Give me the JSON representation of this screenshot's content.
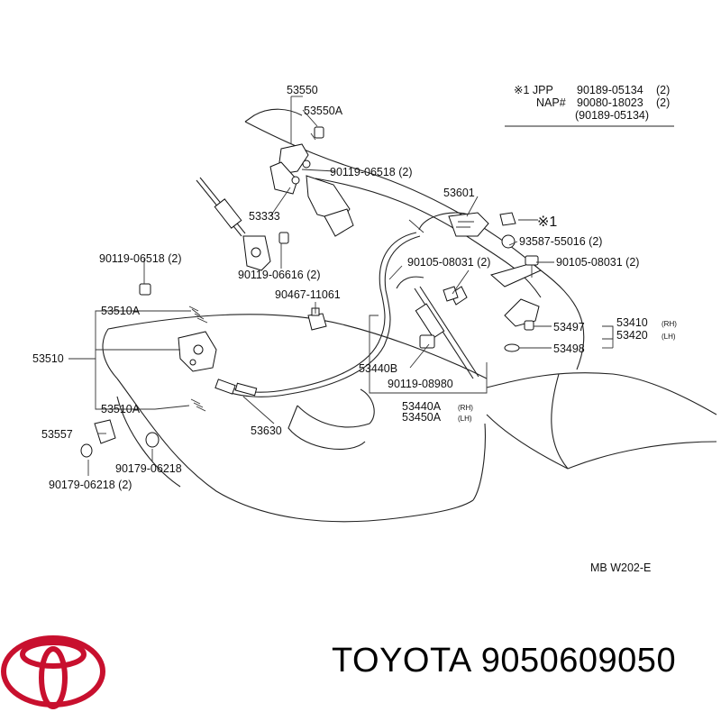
{
  "notes": {
    "jpp_label": "※1 JPP",
    "jpp_part": "90189-05134",
    "jpp_qty": "(2)",
    "nap_label": "NAP#",
    "nap_part": "90080-18023",
    "nap_qty": "(2)",
    "nap_alt": "(90189-05134)"
  },
  "labels": {
    "p53550": "53550",
    "p53550A": "53550A",
    "p90119_06518_a": "90119-06518 (2)",
    "p53601": "53601",
    "p53333": "53333",
    "mark1": "※1",
    "p93587": "93587-55016 (2)",
    "p90119_06518_b": "90119-06518 (2)",
    "p90105_08031_a": "90105-08031 (2)",
    "p90105_08031_b": "90105-08031 (2)",
    "p90119_06616": "90119-06616 (2)",
    "p90467": "90467-11061",
    "p53510A_top": "53510A",
    "p53497": "53497",
    "p53410": "53410",
    "p53410_side": "(RH)",
    "p53420": "53420",
    "p53420_side": "(LH)",
    "p53510": "53510",
    "p53498": "53498",
    "p53440B": "53440B",
    "p90119_08980": "90119-08980",
    "p53510A_bot": "53510A",
    "p53440A": "53440A",
    "p53440A_side": "(RH)",
    "p53450A": "53450A",
    "p53450A_side": "(LH)",
    "p53557": "53557",
    "p53630": "53630",
    "p90179_06218_a": "90179-06218",
    "p90179_06218_b": "90179-06218 (2)",
    "model": "MB  W202-E"
  },
  "footer": {
    "brand": "TOYOTA",
    "part_number": "9050609050"
  },
  "colors": {
    "logo": "#c8102e",
    "ink": "#111111"
  }
}
